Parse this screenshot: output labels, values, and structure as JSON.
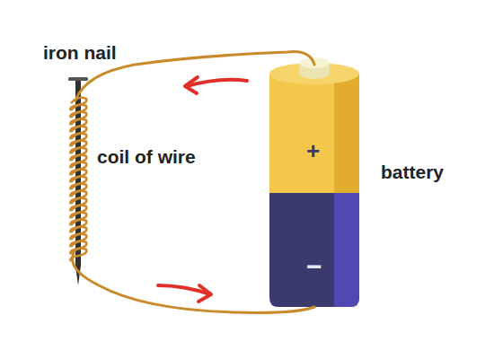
{
  "diagram": {
    "labels": [
      "iron nail",
      "coil of wire",
      "+",
      "−",
      "battery"
    ]
  }
}
